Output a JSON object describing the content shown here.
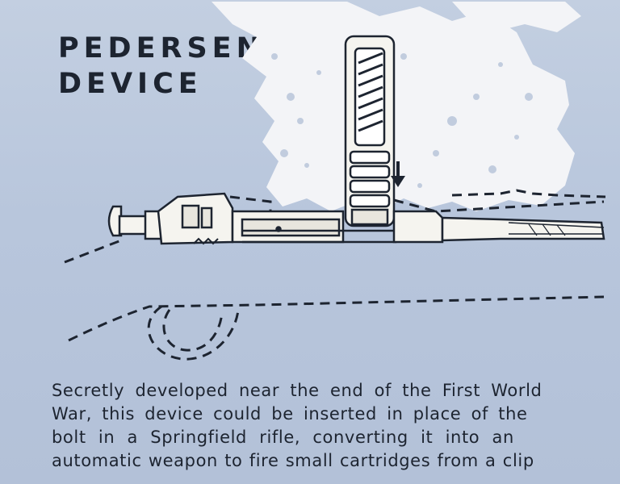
{
  "title": {
    "line1": "PEDERSEN",
    "line2": "DEVICE"
  },
  "caption": {
    "line1": "Secretly developed near the end of the First World",
    "line2": "War, this device could be inserted in place of the",
    "line3": "bolt in a Springfield rifle, converting it into an",
    "line4": "automatic weapon to fire small cartridges from a clip"
  },
  "colors": {
    "background": "#b9c6da",
    "cloud": "#f3f4f7",
    "ink": "#1d2430",
    "device_fill": "#f5f4ef"
  }
}
